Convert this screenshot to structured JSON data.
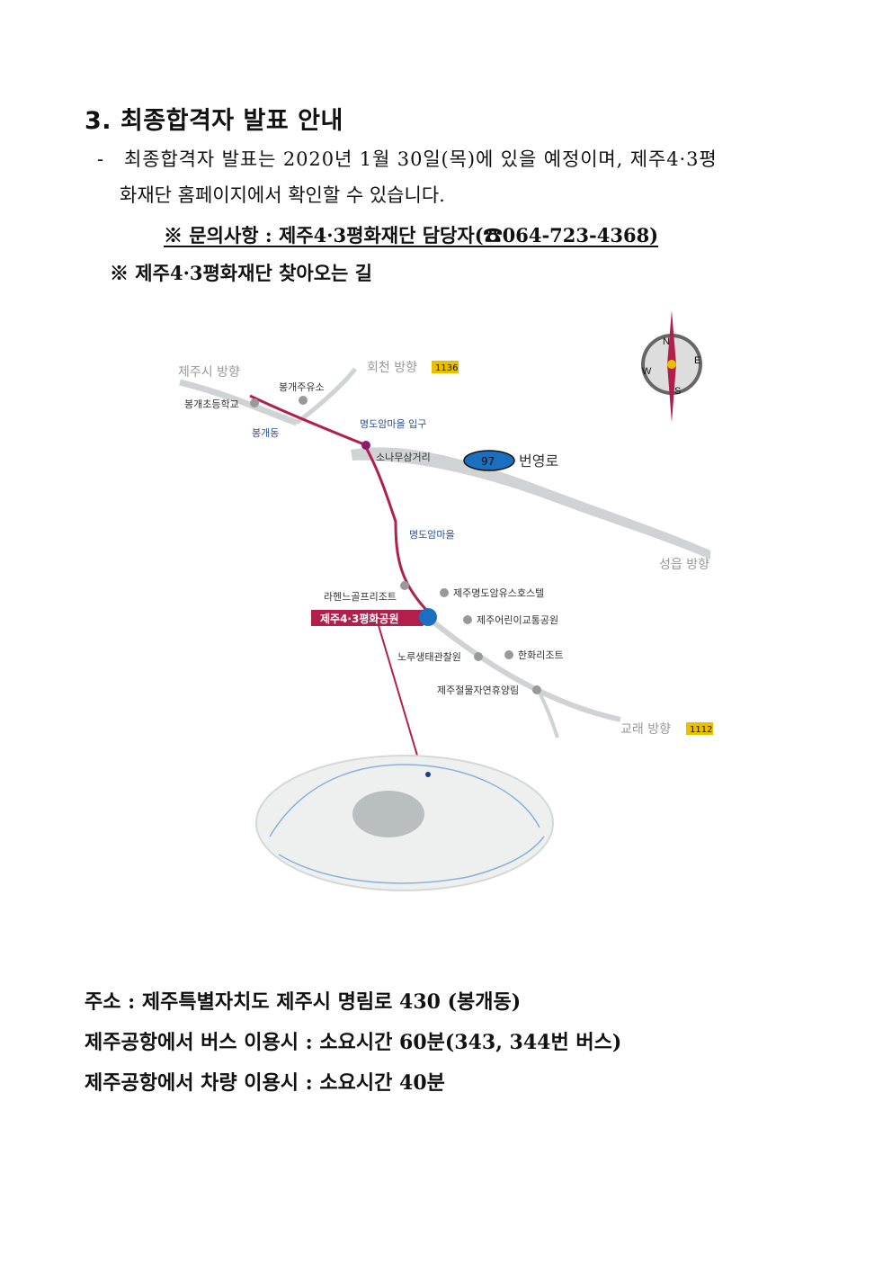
{
  "section": {
    "title": "3. 최종합격자 발표 안내",
    "bullet_dash": "-",
    "body_line1": "최종합격자 발표는 2020년 1월 30일(목)에 있을 예정이며, 제주4·3평",
    "body_line2": "화재단 홈페이지에서 확인할 수 있습니다.",
    "contact": "※ 문의사항 : 제주4·3평화재단 담당자(☎064-723-4368)",
    "directions_heading": "※ 제주4·3평화재단 찾아오는 길"
  },
  "map": {
    "places": {
      "jeju_city": "제주시 방향",
      "hoecheon": "회천 방향",
      "route_1136": "1136",
      "bonggae_gas": "봉개주유소",
      "bonggae_school": "봉개초등학교",
      "bonggae_dong": "봉개동",
      "myeongdoam_entrance": "명도암마을 입구",
      "sonamu": "소나무삼거리",
      "route_97": "97",
      "beonyeong": "번영로",
      "myeongdoam": "명도암마을",
      "seongeup": "성읍 방향",
      "lahaen": "라헨느골프리조트",
      "youth_hostel": "제주명도암유스호스텔",
      "peace_park": "제주4·3평화공원",
      "traffic_park": "제주어린이교통공원",
      "deer_park": "노루생태관찰원",
      "hanwha": "한화리조트",
      "forest": "제주절물자연휴양림",
      "gyorae": "교래 방향",
      "route_1112": "1112"
    },
    "compass": {
      "n": "N",
      "e": "E",
      "s": "S",
      "w": "W"
    },
    "colors": {
      "road_main": "#b0204a",
      "road_gray": "#c8cccc",
      "label_blue": "#2a4f9a",
      "marker_blue": "#1a6fc1"
    }
  },
  "address": {
    "line1": "주소 : 제주특별자치도 제주시 명림로 430 (봉개동)",
    "line2": "제주공항에서 버스 이용시 : 소요시간 60분(343, 344번 버스)",
    "line3": "제주공항에서 차량 이용시 : 소요시간 40분"
  }
}
